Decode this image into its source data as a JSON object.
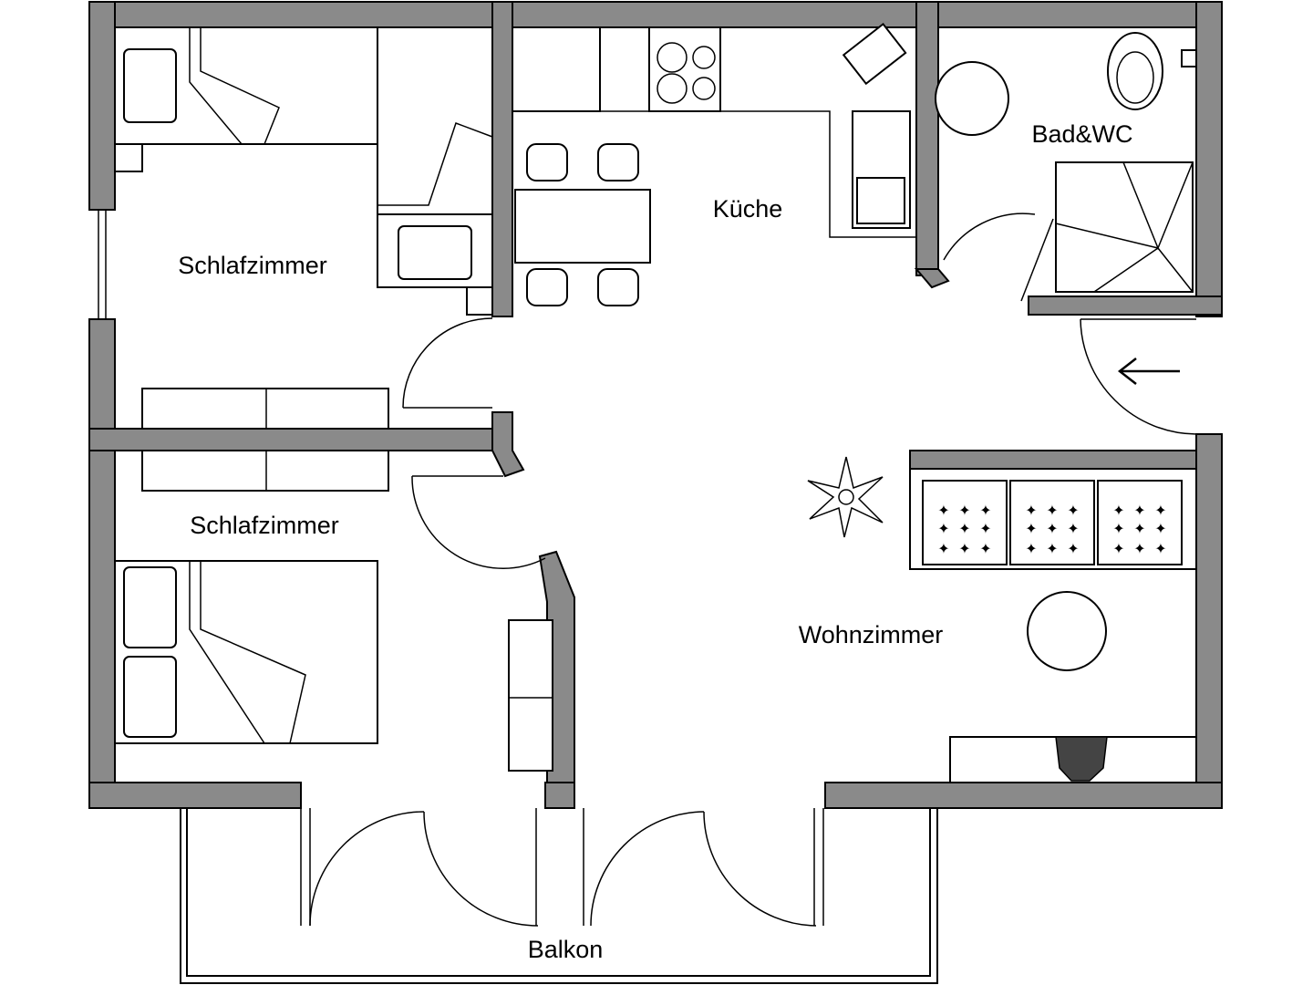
{
  "plan": {
    "rooms": {
      "bedroom_top": "Schlafzimmer",
      "bedroom_bottom": "Schlafzimmer",
      "kitchen": "Küche",
      "bathroom": "Bad&WC",
      "living_room": "Wohnzimmer",
      "balcony": "Balkon"
    },
    "entrance_arrow": "entrance-arrow-icon",
    "colors": {
      "wall": "#8a8a8a",
      "line": "#000000",
      "background": "#ffffff"
    }
  }
}
